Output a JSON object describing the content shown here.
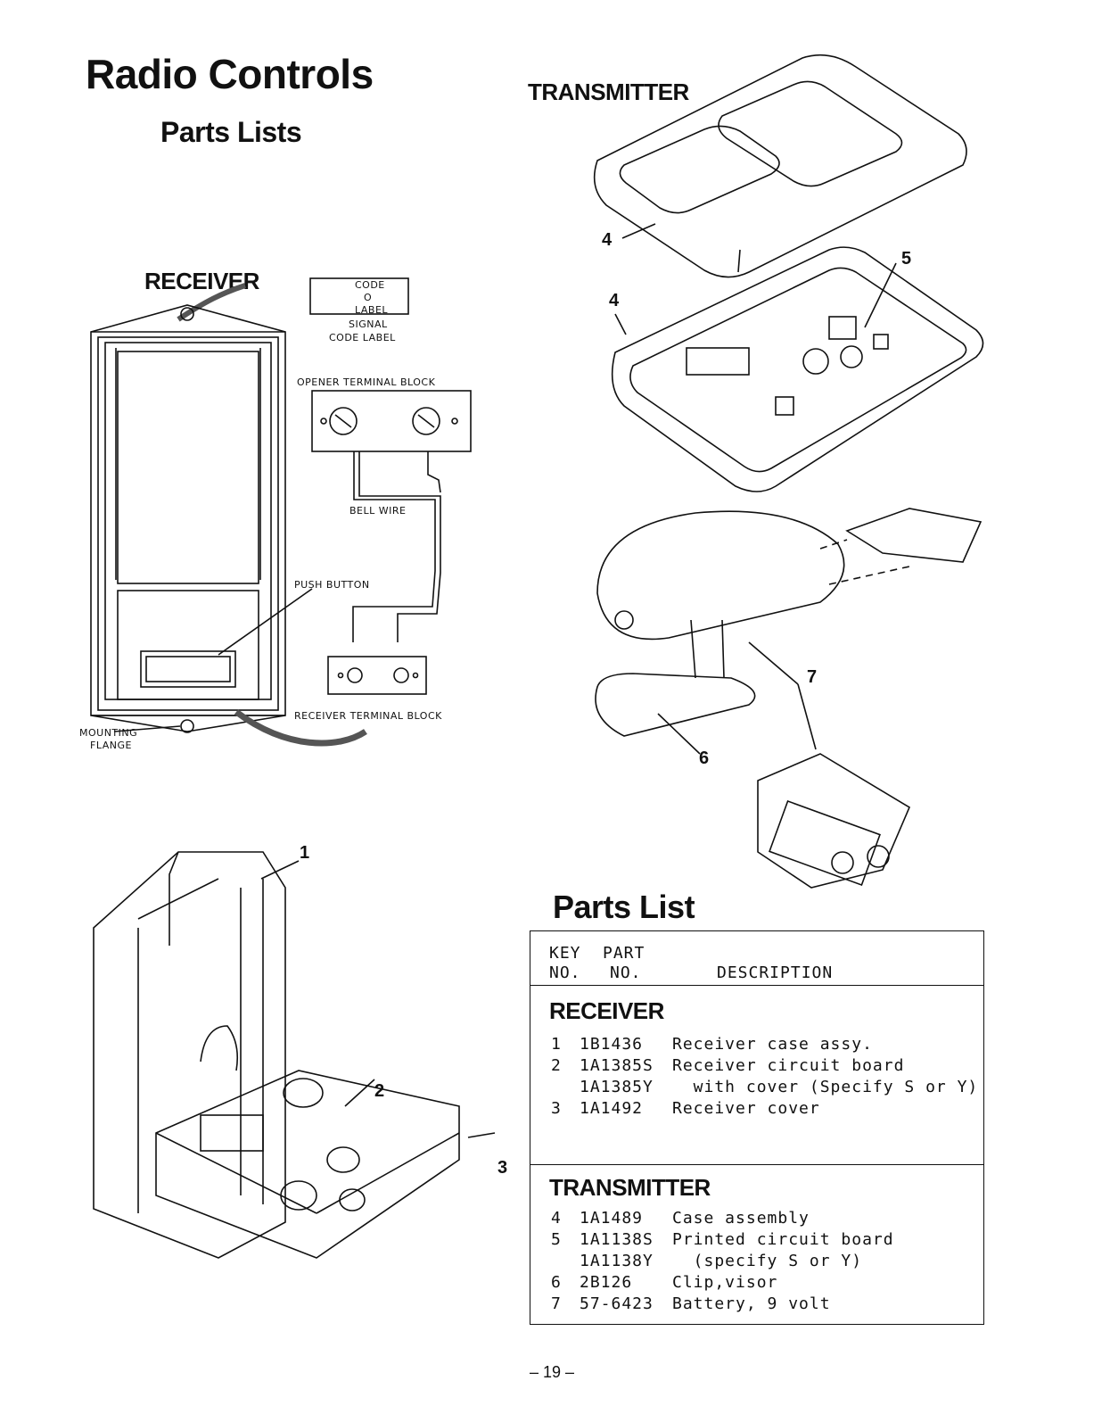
{
  "header": {
    "title": "Radio Controls",
    "subtitle": "Parts Lists"
  },
  "receiver_diagram": {
    "heading": "RECEIVER",
    "code_label_top": "CODE",
    "code_label_mid": "O",
    "code_label_bottom": "LABEL",
    "signal_code_label_1": "SIGNAL",
    "signal_code_label_2": "CODE  LABEL",
    "opener_terminal_block": "OPENER  TERMINAL  BLOCK",
    "bell_wire": "BELL  WIRE",
    "push_button": "PUSH BUTTON",
    "receiver_terminal_block": "RECEIVER TERMINAL  BLOCK",
    "mounting_flange_1": "MOUNTING",
    "mounting_flange_2": "FLANGE"
  },
  "transmitter_diagram": {
    "heading": "TRANSMITTER",
    "callouts": [
      "4",
      "4",
      "5",
      "7",
      "6"
    ]
  },
  "receiver_exploded": {
    "callouts": [
      "1",
      "2",
      "3"
    ]
  },
  "parts_list": {
    "title": "Parts List",
    "col_key_1": "KEY",
    "col_key_2": "NO.",
    "col_part_1": "PART",
    "col_part_2": "NO.",
    "col_desc": "DESCRIPTION",
    "receiver_heading": "RECEIVER",
    "receiver_rows": [
      {
        "key": "1",
        "part": "1B1436",
        "desc": "Receiver case assy."
      },
      {
        "key": "2",
        "part": "1A1385S",
        "desc": "Receiver circuit board"
      },
      {
        "key": "",
        "part": "1A1385Y",
        "desc": "  with cover (Specify S or Y)"
      },
      {
        "key": "3",
        "part": "1A1492",
        "desc": "Receiver cover"
      }
    ],
    "transmitter_heading": "TRANSMITTER",
    "transmitter_rows": [
      {
        "key": "4",
        "part": "1A1489",
        "desc": "Case assembly"
      },
      {
        "key": "5",
        "part": "1A1138S",
        "desc": "Printed circuit board"
      },
      {
        "key": "",
        "part": "1A1138Y",
        "desc": "  (specify S or Y)"
      },
      {
        "key": "6",
        "part": "2B126",
        "desc": "Clip,visor"
      },
      {
        "key": "7",
        "part": "57-6423",
        "desc": "Battery, 9 volt"
      }
    ]
  },
  "footer": {
    "page_number": "– 19 –"
  }
}
